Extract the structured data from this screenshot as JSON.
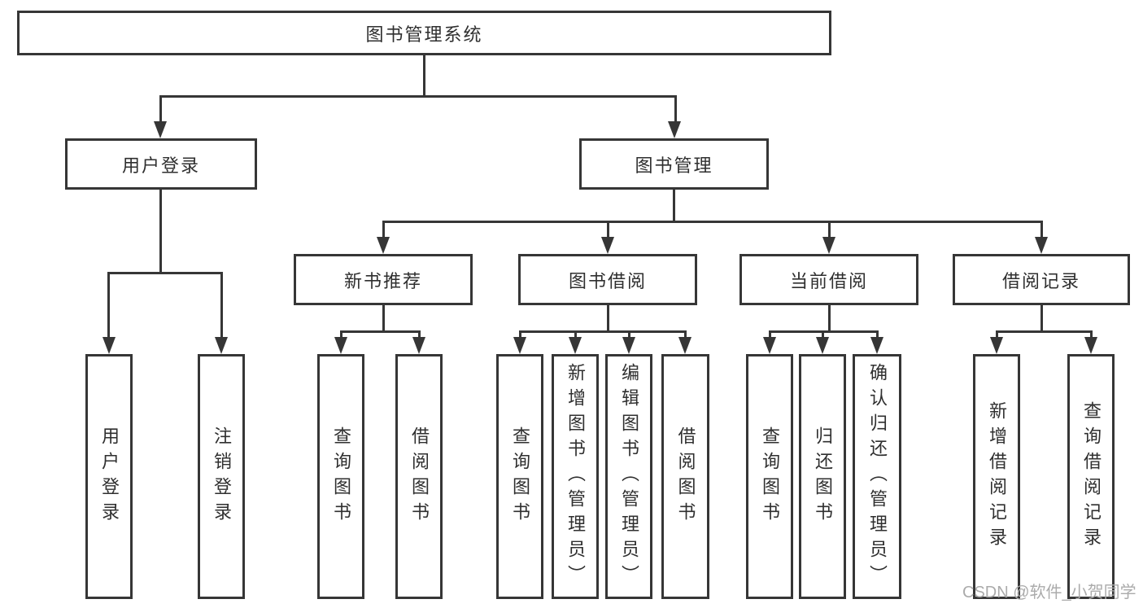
{
  "tree": {
    "label": "图书管理系统",
    "children": [
      {
        "label": "用户登录",
        "children": [
          {
            "label": "用户登录"
          },
          {
            "label": "注销登录"
          }
        ]
      },
      {
        "label": "图书管理",
        "children": [
          {
            "label": "新书推荐",
            "children": [
              {
                "label": "查询图书"
              },
              {
                "label": "借阅图书"
              }
            ]
          },
          {
            "label": "图书借阅",
            "children": [
              {
                "label": "查询图书"
              },
              {
                "label": "新增图书（管理员）"
              },
              {
                "label": "编辑图书（管理员）"
              },
              {
                "label": "借阅图书"
              }
            ]
          },
          {
            "label": "当前借阅",
            "children": [
              {
                "label": "查询图书"
              },
              {
                "label": "归还图书"
              },
              {
                "label": "确认归还（管理员）"
              }
            ]
          },
          {
            "label": "借阅记录",
            "children": [
              {
                "label": "新增借阅记录"
              },
              {
                "label": "查询借阅记录"
              }
            ]
          }
        ]
      }
    ]
  },
  "watermark": {
    "text": "CSDN @软件_小贺同学"
  },
  "colors": {
    "line": "#363636",
    "text": "#2f2f2f",
    "watermark": "#ababab",
    "canvas": "#ffffff"
  }
}
